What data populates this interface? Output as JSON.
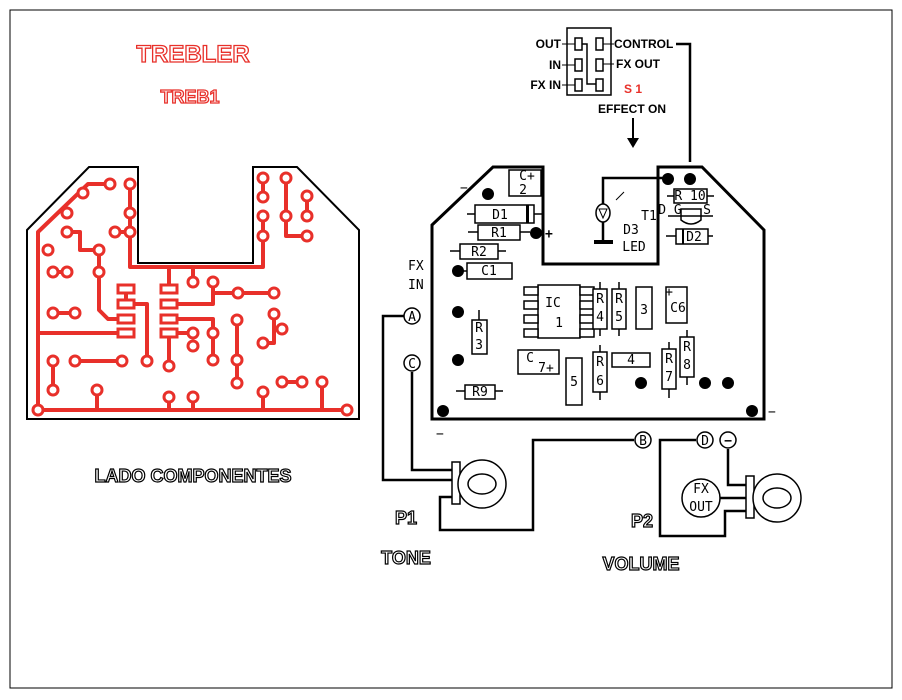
{
  "title": "TREBLER",
  "subtitle": "TREB1",
  "pcb_caption": "LADO COMPONENTES",
  "switch": {
    "name": "S 1",
    "labels_left": [
      "OUT",
      "IN",
      "FX IN"
    ],
    "labels_right": [
      "CONTROL",
      "FX OUT"
    ],
    "note": "EFFECT ON"
  },
  "components": {
    "d1": "D1",
    "r1": "R1",
    "r2": "R2",
    "c1": "C1",
    "c2": "C",
    "c2n": "2",
    "r3a": "R",
    "r3b": "3",
    "r9": "R9",
    "ic_a": "IC",
    "ic_b": "1",
    "r4a": "R",
    "r4b": "4",
    "r5a": "R",
    "r5b": "5",
    "c3": "3",
    "c6": "C6",
    "c7a": "C",
    "c7b": "7",
    "c5": "5",
    "r6a": "R",
    "r6b": "6",
    "c4": "4",
    "r7a": "R",
    "r7b": "7",
    "r8a": "R",
    "r8b": "8",
    "r10": "R 10",
    "t1": "T1",
    "dgs": "D G",
    "s": "S",
    "d2": "D2",
    "d3": "D3",
    "led": "LED"
  },
  "signs": {
    "plus": "+",
    "minus": "−"
  },
  "connectors": {
    "a": "A",
    "b": "B",
    "c": "C",
    "d": "D",
    "neg": "−",
    "fx_in_1": "FX",
    "fx_in_2": "IN",
    "fx_out_1": "FX",
    "fx_out_2": "OUT"
  },
  "pots": [
    {
      "name": "P1",
      "function": "TONE"
    },
    {
      "name": "P2",
      "function": "VOLUME"
    }
  ],
  "colors": {
    "trace": "#e8302a",
    "ink": "#000000"
  }
}
